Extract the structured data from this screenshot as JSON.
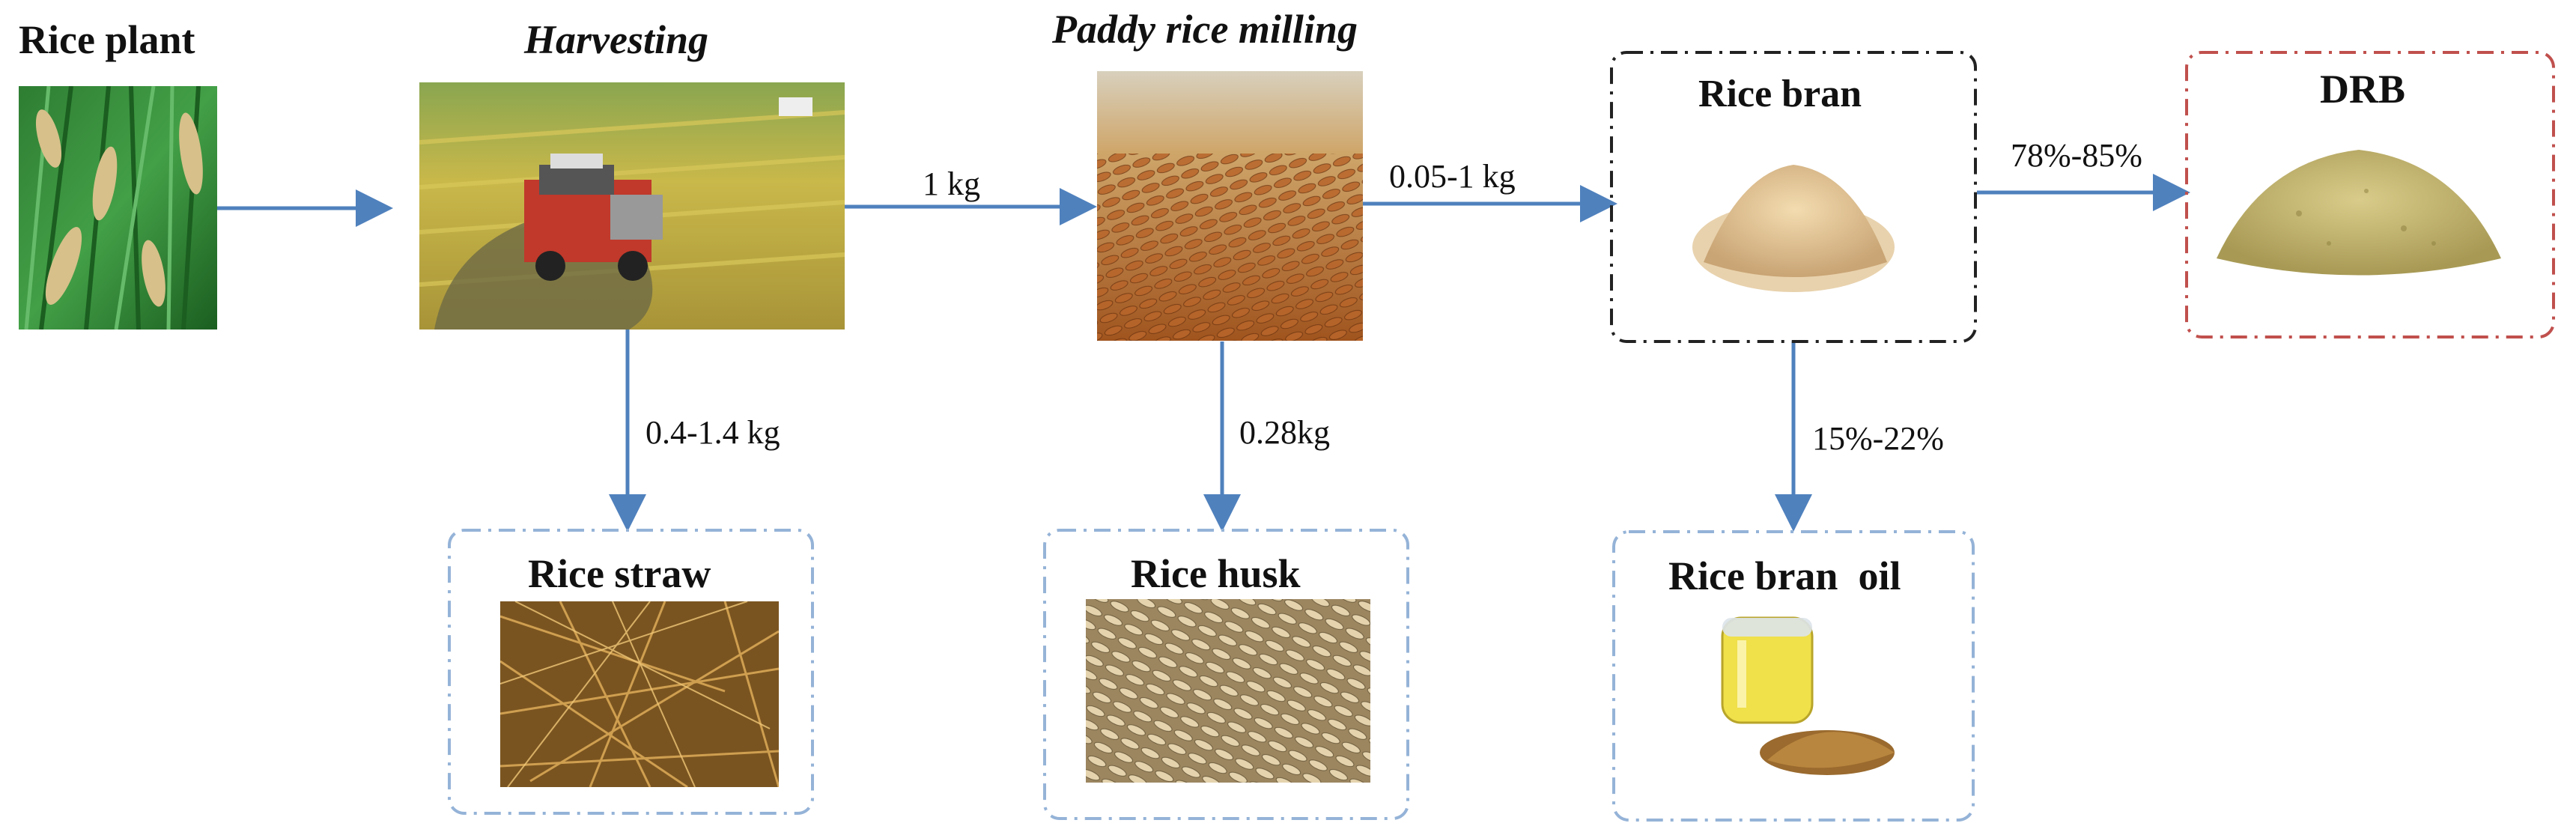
{
  "nodes": {
    "rice_plant": {
      "title": "Rice plant"
    },
    "harvesting": {
      "title": "Harvesting"
    },
    "milling": {
      "title": "Paddy rice milling"
    },
    "rice_bran": {
      "title": "Rice bran"
    },
    "drb": {
      "title": "DRB"
    },
    "rice_straw": {
      "title": "Rice straw"
    },
    "rice_husk": {
      "title": "Rice husk"
    },
    "rice_bran_oil": {
      "title": "Rice bran  oil"
    }
  },
  "flows": {
    "harvest_to_milling": "1 kg",
    "milling_to_bran": "0.05-1 kg",
    "bran_to_drb": "78%-85%",
    "harvest_to_straw": "0.4-1.4 kg",
    "milling_to_husk": "0.28kg",
    "bran_to_oil": "15%-22%"
  },
  "colors": {
    "arrow": "#4f81bd",
    "box_black": "#222222",
    "box_red": "#c0504d",
    "box_blue": "#95b3d7"
  }
}
